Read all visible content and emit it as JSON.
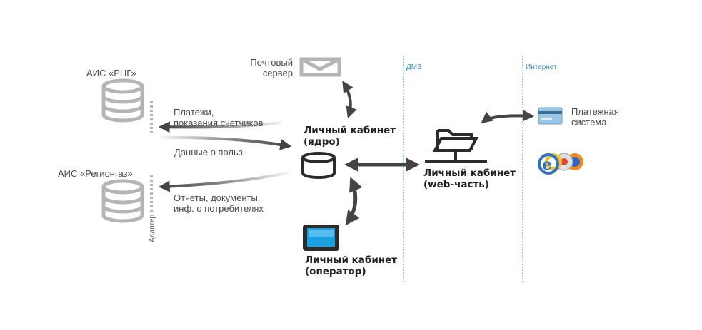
{
  "labels": {
    "ais_rng": "АИС «РНГ»",
    "ais_regiongaz": "АИС «Регионгаз»",
    "mail_server_line1": "Почтовый",
    "mail_server_line2": "сервер",
    "payments_line1": "Платежи,",
    "payments_line2": "показания счетчиков",
    "user_data": "Данные о польз.",
    "reports_line1": "Отчеты, документы,",
    "reports_line2": "инф. о потребителях",
    "adapter": "Адаптер",
    "core_line1": "Личный кабинет",
    "core_line2": "(ядро)",
    "operator_line1": "Личный кабинет",
    "operator_line2": "(оператор)",
    "web_line1": "Личный кабинет",
    "web_line2": "(web-часть)",
    "dmz": "ДМЗ",
    "internet": "Интернет",
    "payment_line1": "Платежная",
    "payment_line2": "система"
  },
  "colors": {
    "icon_gray": "#b5b5b5",
    "icon_dark": "#2b2b2b",
    "arrow": "#444444",
    "zone_line": "#2f8fc6",
    "screen_blue": "#1aa0e0"
  },
  "icons": [
    "database-icon",
    "envelope-icon",
    "folder-network-icon",
    "monitor-icon",
    "credit-card-icon",
    "browser-logos-icon"
  ]
}
